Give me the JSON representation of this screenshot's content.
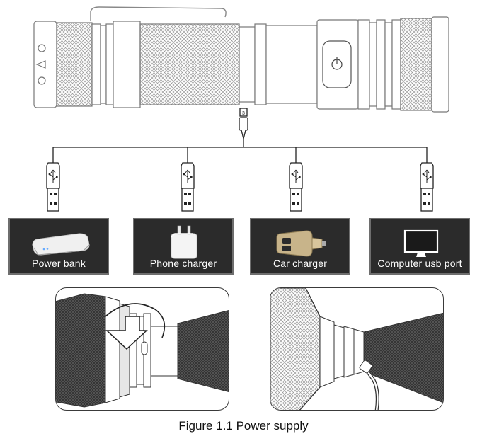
{
  "figure": {
    "caption": "Figure 1.1 Power supply"
  },
  "usb_badge": "3",
  "sources": [
    {
      "label": "Power bank",
      "icon": "power-bank-icon"
    },
    {
      "label": "Phone charger",
      "icon": "phone-charger-icon"
    },
    {
      "label": "Car charger",
      "icon": "car-charger-icon"
    },
    {
      "label": "Computer usb port",
      "icon": "monitor-icon"
    }
  ],
  "colors": {
    "line": "#222222",
    "box_bg": "#2b2b2b",
    "box_border": "#6e6e6e",
    "label_text": "#ffffff"
  }
}
